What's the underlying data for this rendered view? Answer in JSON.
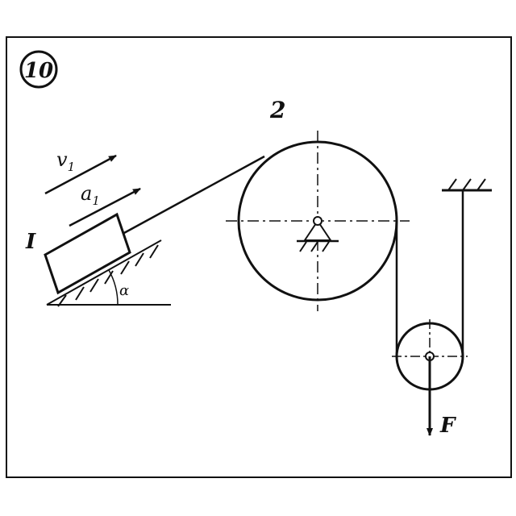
{
  "figure": {
    "problem_number": "10",
    "body1_label": "I",
    "body2_label": "2",
    "velocity_label": "v",
    "velocity_sub": "1",
    "accel_label": "a",
    "accel_sub": "1",
    "angle_label": "α",
    "force_label": "F"
  },
  "colors": {
    "ink": "#111111",
    "paper": "#ffffff"
  }
}
